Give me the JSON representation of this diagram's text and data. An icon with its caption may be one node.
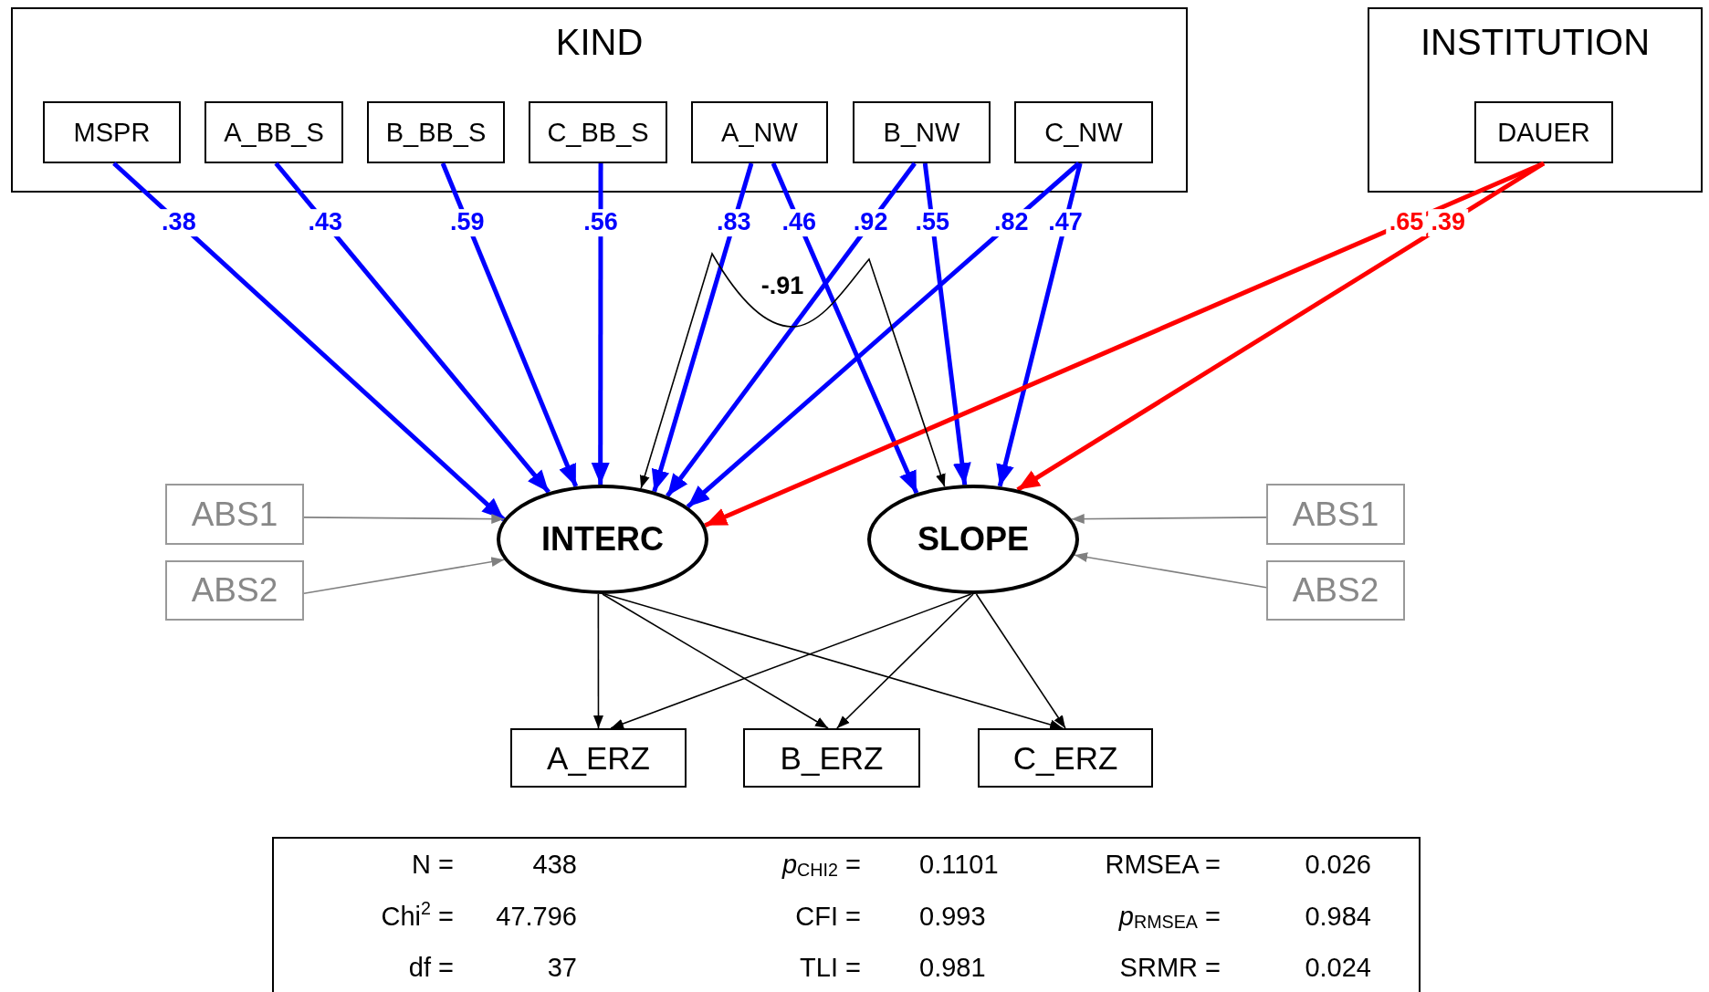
{
  "diagram": {
    "nodes": [
      {
        "text": [
          "KIND"
        ]
      },
      {
        "text": [
          "MSPR"
        ],
        "in": 0
      },
      {
        "text": [
          "A_BB_S"
        ],
        "in": 0
      },
      {
        "text": [
          "B_BB_S"
        ],
        "in": 0
      },
      {
        "text": [
          "C_BB_S"
        ],
        "in": 0
      },
      {
        "text": [
          "A_NW"
        ],
        "in": 0
      },
      {
        "text": [
          "B_NW"
        ],
        "in": 0
      },
      {
        "text": [
          "C_NW"
        ],
        "in": 0
      },
      {
        "text": [
          "INSTITUTION"
        ]
      },
      {
        "text": [
          "DAUER"
        ],
        "in": 8
      },
      {
        "text": [
          "ABS1"
        ]
      },
      {
        "text": [
          "ABS2"
        ]
      },
      {
        "text": [
          "INTERC"
        ]
      },
      {
        "text": [
          "SLOPE"
        ]
      },
      {
        "text": [
          "ABS1"
        ]
      },
      {
        "text": [
          "ABS2"
        ]
      },
      {
        "text": [
          "A_ERZ"
        ]
      },
      {
        "text": [
          "B_ERZ"
        ]
      },
      {
        "text": [
          "C_ERZ"
        ]
      },
      {
        "text": [
          "N =",
          "438",
          "*p*$_{CHI2}$ =",
          "0.1101",
          "RMSEA =",
          "0.026",
          "Chi$^{2}$ =",
          "47.796",
          "CFI =",
          "0.993",
          "*p*$_{RMSEA}$ =",
          "0.984",
          "df =",
          "37",
          "TLI =",
          "0.981",
          "SRMR =",
          "0.024"
        ]
      }
    ],
    "edges": [
      {
        "from": 1,
        "to": 12,
        "arrow": "to",
        "label": ".38"
      },
      {
        "from": 2,
        "to": 12,
        "arrow": "to",
        "label": ".43"
      },
      {
        "from": 3,
        "to": 12,
        "arrow": "to",
        "label": ".59"
      },
      {
        "from": 4,
        "to": 12,
        "arrow": "to",
        "label": ".56"
      },
      {
        "from": 5,
        "to": 12,
        "arrow": "to",
        "label": ".83"
      },
      {
        "from": 5,
        "to": 13,
        "arrow": "to",
        "label": ".46"
      },
      {
        "from": 6,
        "to": 12,
        "arrow": "to",
        "label": ".92"
      },
      {
        "from": 6,
        "to": 13,
        "arrow": "to",
        "label": ".55"
      },
      {
        "from": 7,
        "to": 12,
        "arrow": "to",
        "label": ".82"
      },
      {
        "from": 7,
        "to": 13,
        "arrow": "to",
        "label": ".47"
      },
      {
        "from": 9,
        "to": 12,
        "arrow": "to",
        "label": ".65",
        "color": "#ff0000"
      },
      {
        "from": 9,
        "to": 13,
        "arrow": "to",
        "label": ".39",
        "color": "#ff0000"
      },
      {
        "from": 12,
        "to": 13,
        "arrow": "both",
        "label": "-.91",
        "color": "#000000"
      },
      {
        "from": 10,
        "to": 12,
        "arrow": "to",
        "color": "#808080"
      },
      {
        "from": 11,
        "to": 12,
        "arrow": "to",
        "color": "#808080"
      },
      {
        "from": 14,
        "to": 13,
        "arrow": "to",
        "color": "#808080"
      },
      {
        "from": 15,
        "to": 13,
        "arrow": "to",
        "color": "#808080"
      },
      {
        "from": 12,
        "to": 16,
        "arrow": "to",
        "color": "#000000"
      },
      {
        "from": 12,
        "to": 17,
        "arrow": "to",
        "color": "#000000"
      },
      {
        "from": 12,
        "to": 18,
        "arrow": "to",
        "color": "#000000"
      },
      {
        "from": 13,
        "to": 16,
        "arrow": "to",
        "color": "#000000"
      },
      {
        "from": 13,
        "to": 17,
        "arrow": "to",
        "color": "#000000"
      },
      {
        "from": 13,
        "to": 18,
        "arrow": "to",
        "color": "#000000"
      }
    ]
  }
}
